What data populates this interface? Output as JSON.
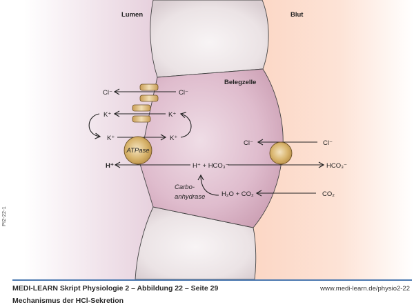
{
  "regions": {
    "lumen": "Lumen",
    "blood": "Blut",
    "cell": "Belegzelle"
  },
  "apical": {
    "cl_in": "Cl⁻",
    "cl_out": "Cl⁻",
    "k_out_left": "K⁺",
    "k_out_right": "K⁺",
    "k_in_left": "K⁺",
    "k_in_right": "K⁺",
    "atpase": "ATPase",
    "h_lumen": "H⁺"
  },
  "cytosol": {
    "h_hco3": "H⁺ + HCO₃⁻",
    "enzyme_line1": "Carbo-",
    "enzyme_line2": "anhydrase",
    "h2o_co2": "H₂O + CO₂"
  },
  "basolateral": {
    "cl_cell": "Cl⁻",
    "cl_blood": "Cl⁻",
    "hco3_blood": "HCO₃⁻",
    "co2_blood": "CO₂"
  },
  "colors": {
    "lumen_bg": "#e8d2df",
    "blood_bg": "#fcd9c9",
    "cell_fill": "#dcb7c8",
    "neighbor_cell": "#ede6e8",
    "transporter": "#d9b56e",
    "rule": "#4a78b0"
  },
  "footer": {
    "title": "MEDI-LEARN Skript Physiologie 2 – Abbildung 22 – Seite 29",
    "subtitle": "Mechanismus der HCl-Sekretion",
    "url": "www.medi-learn.de/physio2-22",
    "code": "PI2-22-1"
  }
}
